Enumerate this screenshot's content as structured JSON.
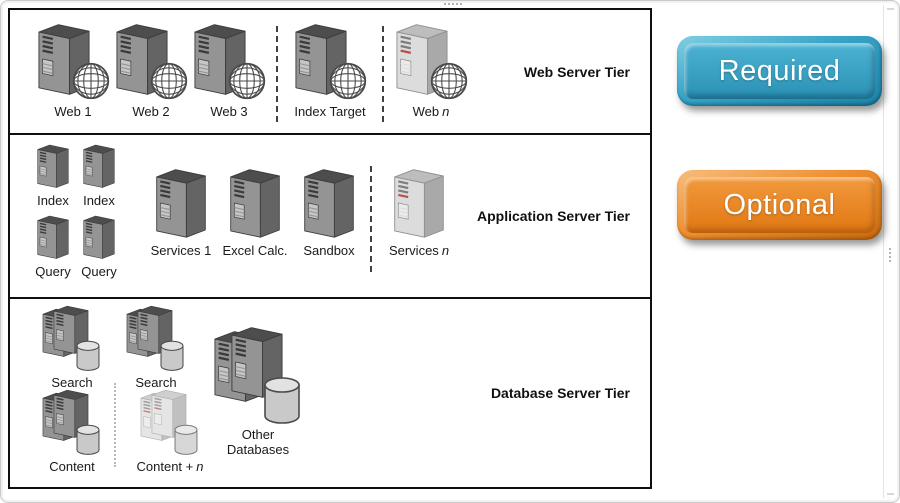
{
  "legend": {
    "required": {
      "label": "Required",
      "color": "#35a3c6"
    },
    "optional": {
      "label": "Optional",
      "color": "#ef8f2e"
    }
  },
  "tiers": [
    {
      "label": "Web Server Tier",
      "items": [
        {
          "label": "Web 1"
        },
        {
          "label": "Web 2"
        },
        {
          "label": "Web 3"
        },
        {
          "label": "Index Target"
        },
        {
          "label": "Web",
          "suffix": "n"
        }
      ]
    },
    {
      "label": "Application Server Tier",
      "small_items": [
        {
          "label": "Index"
        },
        {
          "label": "Index"
        },
        {
          "label": "Query"
        },
        {
          "label": "Query"
        }
      ],
      "items": [
        {
          "label": "Services 1"
        },
        {
          "label": "Excel Calc."
        },
        {
          "label": "Sandbox"
        },
        {
          "label": "Services",
          "suffix": "n"
        }
      ]
    },
    {
      "label": "Database Server Tier",
      "items": [
        {
          "label": "Search"
        },
        {
          "label": "Search"
        },
        {
          "label": "Content"
        },
        {
          "label": "Content +",
          "suffix": "n"
        },
        {
          "line1": "Other",
          "line2": "Databases"
        }
      ]
    }
  ]
}
